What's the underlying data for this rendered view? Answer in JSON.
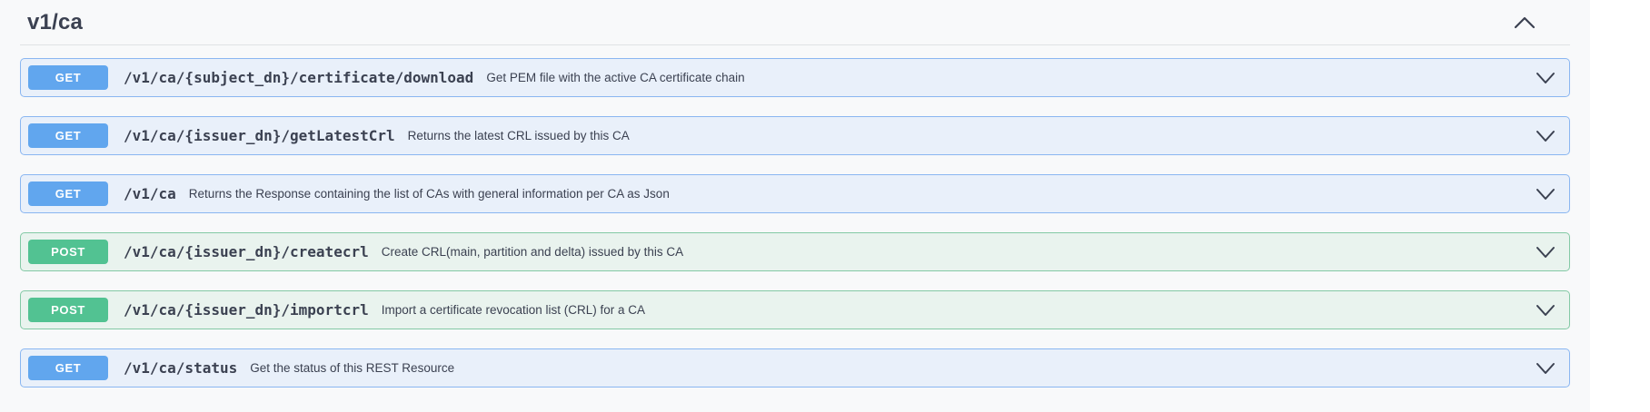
{
  "section": {
    "title": "v1/ca",
    "toggle_icon": "chevron-up"
  },
  "endpoints": [
    {
      "method": "GET",
      "style": "get",
      "path": "/v1/ca/{subject_dn}/certificate/download",
      "description": "Get PEM file with the active CA certificate chain"
    },
    {
      "method": "GET",
      "style": "get",
      "path": "/v1/ca/{issuer_dn}/getLatestCrl",
      "description": "Returns the latest CRL issued by this CA"
    },
    {
      "method": "GET",
      "style": "get",
      "path": "/v1/ca",
      "description": "Returns the Response containing the list of CAs with general information per CA as Json"
    },
    {
      "method": "POST",
      "style": "post",
      "path": "/v1/ca/{issuer_dn}/createcrl",
      "description": "Create CRL(main, partition and delta) issued by this CA"
    },
    {
      "method": "POST",
      "style": "post",
      "path": "/v1/ca/{issuer_dn}/importcrl",
      "description": "Import a certificate revocation list (CRL) for a CA"
    },
    {
      "method": "GET",
      "style": "get",
      "path": "/v1/ca/status",
      "description": "Get the status of this REST Resource"
    }
  ],
  "colors": {
    "get_badge": "#61a6ee",
    "get_border": "#8ab6f1",
    "get_bg": "#e9f0fa",
    "post_badge": "#52c292",
    "post_border": "#83c9a5",
    "post_bg": "#e9f3ee",
    "text": "#3b4151"
  }
}
